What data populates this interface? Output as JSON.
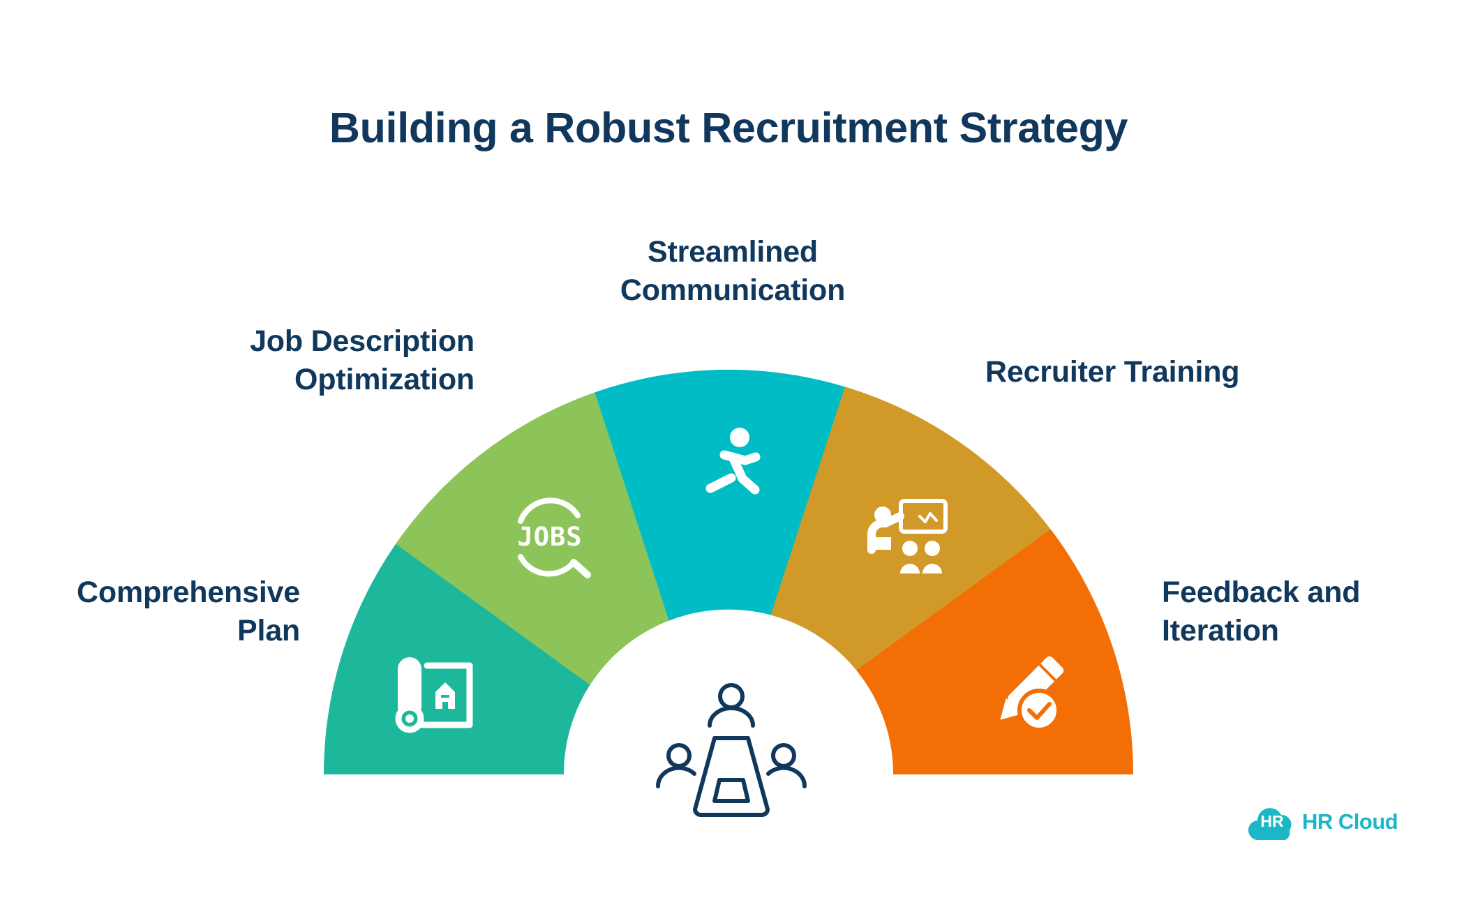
{
  "title": "Building a Robust Recruitment Strategy",
  "segments": [
    {
      "lines": [
        "Comprehensive",
        "Plan"
      ],
      "color": "#1db89c",
      "icon": "blueprint-plan-icon"
    },
    {
      "lines": [
        "Job Description",
        "Optimization"
      ],
      "color": "#8dc45a",
      "icon": "jobs-search-icon"
    },
    {
      "lines": [
        "Streamlined",
        "Communication"
      ],
      "color": "#00bdc5",
      "icon": "running-person-icon"
    },
    {
      "lines": [
        "Recruiter Training"
      ],
      "color": "#d19a28",
      "icon": "presentation-training-icon"
    },
    {
      "lines": [
        "Feedback and",
        "Iteration"
      ],
      "color": "#f36f06",
      "icon": "pencil-check-icon"
    }
  ],
  "center_icon": "meeting-table-icon",
  "logo": {
    "badge": "HR",
    "text": "HR Cloud"
  },
  "colors": {
    "text": "#10375c",
    "brand": "#1bb7c7"
  }
}
